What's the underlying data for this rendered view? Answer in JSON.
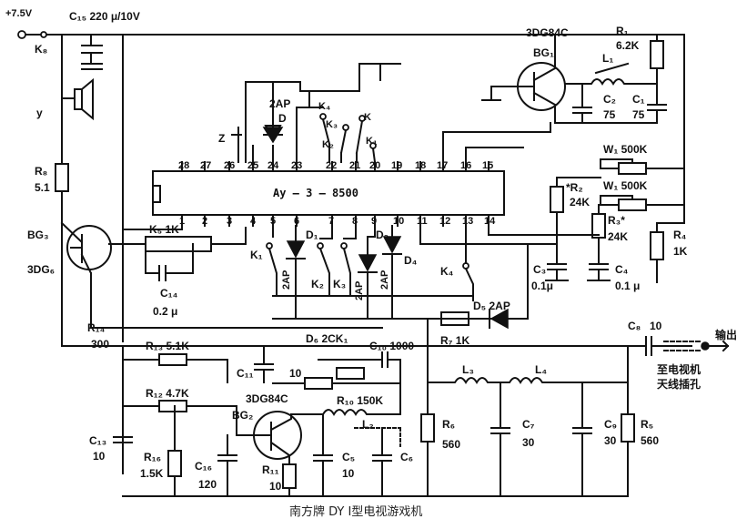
{
  "title": "",
  "caption": "南方牌 DY  Ⅰ型电视游戏机",
  "labels": {
    "supply": "+7.5V",
    "ks": "K₈",
    "c15": "C₁₅ 220 μ/10V",
    "speaker": "y",
    "r8": "R₈",
    "r8v": "5.1",
    "bg3": "BG₃",
    "bg3t": "3DG₆",
    "k5": "K₅ 1K",
    "c14": "C₁₄",
    "c14v": "0.2 μ",
    "ic": "Ay — 3 — 8500",
    "bg1t": "3DG84C",
    "bg1": "BG₁",
    "r1": "R₁",
    "r1v": "6.2K",
    "l1": "L₁",
    "c2": "C₂",
    "c2v": "75",
    "c1": "C₁",
    "c1v": "75",
    "diode2ap": "2AP",
    "diodeD": "D",
    "z": "Z",
    "k4": "K₄",
    "k3": "K₃",
    "k2": "K₂",
    "k1": "K₁",
    "kk": "K",
    "kb": "K",
    "w1a": "W₁ 500K",
    "w1b": "W₁ 500K",
    "r2": "*R₂",
    "r2v": "24K",
    "r3": "R₃*",
    "r3v": "24K",
    "r4": "R₄",
    "r4v": "1K",
    "c3": "C₃",
    "c3v": "0.1μ",
    "c4": "C₄",
    "c4v": "0.1 μ",
    "k1b": "K₁",
    "k2b": "K₂",
    "k3b": "K₃",
    "k4b": "K₄",
    "d1": "D₁",
    "d2": "D₂",
    "d4": "D₄",
    "d2ap1": "2AP",
    "d2ap2": "2AP",
    "d2ap3": "2AP",
    "d6": "D₆ 2CK₁",
    "d5": "D₅ 2AP",
    "r14": "R₁₄",
    "r14v": "300",
    "r13": "R₁₃ 5.1K",
    "c10": "C₁₀ 1000",
    "r7": "R₇ 1K",
    "c8": "C₈",
    "c8v": "10",
    "out": "输出",
    "tv1": "至电视机",
    "tv2": "天线插孔",
    "c11": "C₁₁",
    "c11v": "10",
    "r12": "R₁₂ 4.7K",
    "bg2t": "3DG84C",
    "bg2": "BG₂",
    "r10": "R₁₀ 150K",
    "l2": "L₂",
    "l3": "L₃",
    "l4": "L₄",
    "c13": "C₁₃",
    "c13v": "10",
    "r16": "R₁₆",
    "r16v": "1.5K",
    "c16": "C₁₆",
    "c16v": "120",
    "r11": "R₁₁",
    "r11v": "10",
    "c5": "C₅",
    "c5v": "10",
    "c6": "C₆",
    "r6": "R₆",
    "r6v": "560",
    "c7": "C₇",
    "c7v": "30",
    "c9": "C₉",
    "c9v": "30",
    "r5": "R₅",
    "r5v": "560",
    "pins_top": [
      "28",
      "27",
      "26",
      "25",
      "24",
      "23",
      "22",
      "21",
      "20",
      "19",
      "18",
      "17",
      "16",
      "15"
    ],
    "pins_bottom": [
      "1",
      "2",
      "3",
      "4",
      "5",
      "6",
      "7",
      "8",
      "9",
      "10",
      "11",
      "12",
      "13",
      "14"
    ]
  }
}
